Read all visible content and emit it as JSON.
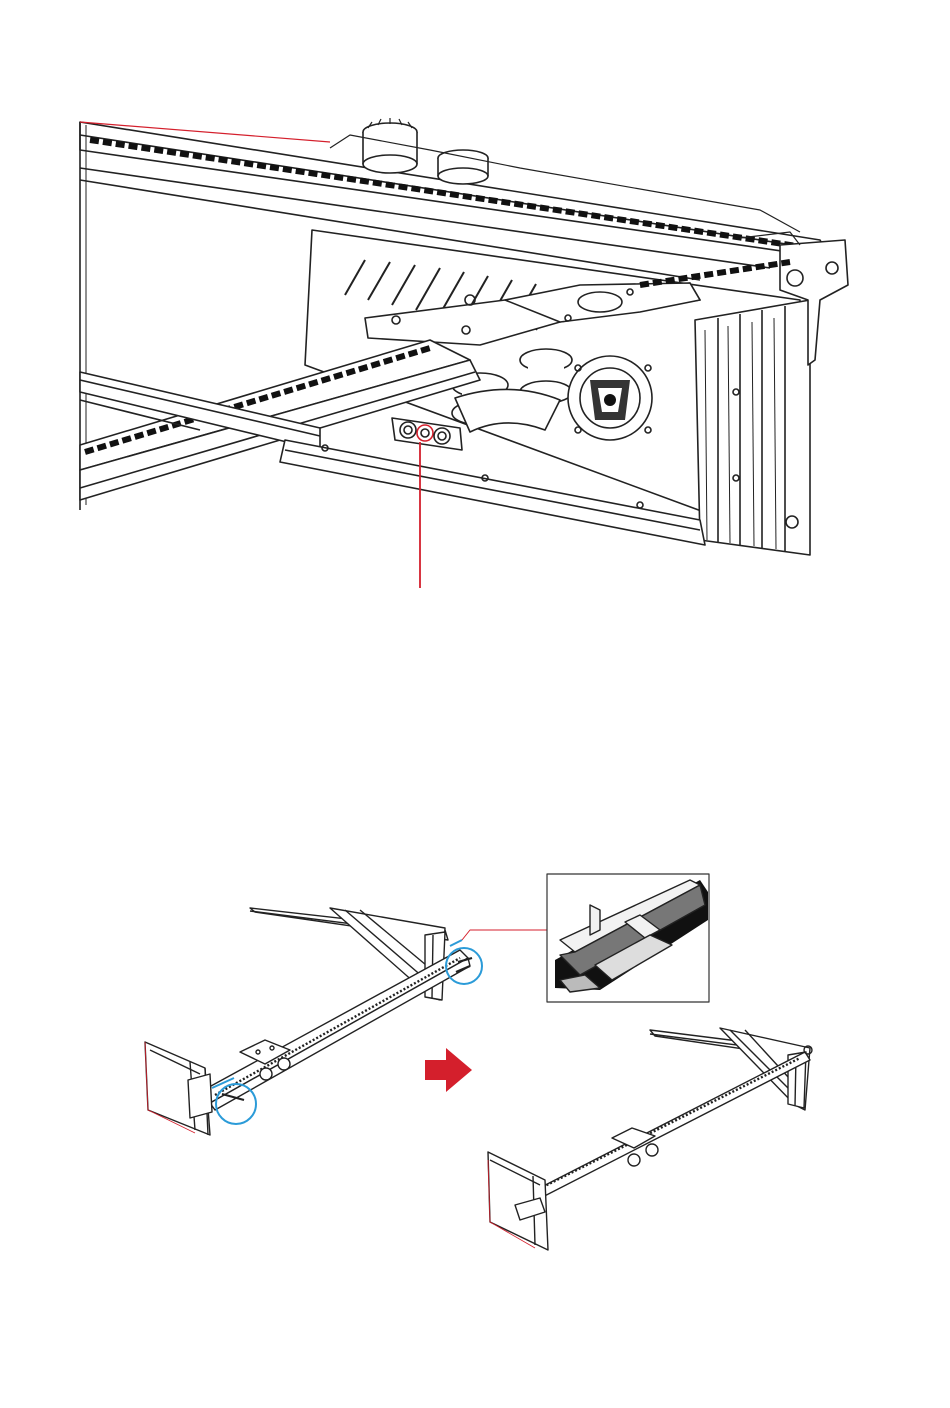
{
  "document": {
    "text_blocks": []
  },
  "figures": [
    {
      "name": "gantry-corner-detail",
      "parts": [
        "aluminium-rail",
        "toothed-belt",
        "carriage-plate",
        "wheels",
        "stepper-motor",
        "corner-bracket",
        "knobs"
      ],
      "callout_color": "#d41f2c"
    },
    {
      "name": "x-rail-installation",
      "parts": [
        "rail-frame-before",
        "screw-circles",
        "inset-rail-profile",
        "arrow",
        "rail-frame-after"
      ],
      "circle_color": "#2b9bd8",
      "arrow_color": "#d41f2c",
      "callout_color": "#d41f2c"
    }
  ]
}
